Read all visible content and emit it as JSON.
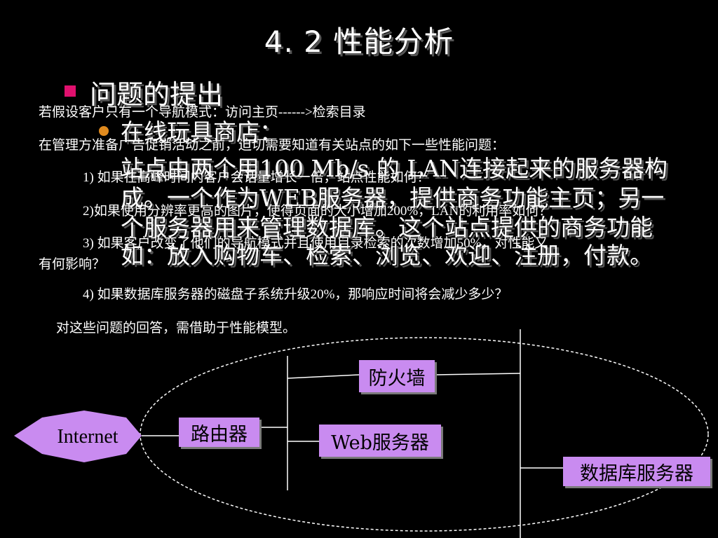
{
  "slide": {
    "title": "4. 2 性能分析",
    "heading": "问题的提出",
    "subheading": "在线玩具商店：",
    "description_lines": [
      "站点由两个用100 Mb/s 的 LAN连接起来的服务器构",
      "成。一个作为WEB服务器，提供商务功能主页；另一",
      "个服务器用来管理数据库。这个站点提供的商务功能",
      "如：放入购物车、检索、浏览、欢迎、注册，付款。"
    ],
    "questions": [
      "若假设客户只有一个导航模式：访问主页------>检索目录",
      "在管理方准备广告促销活动之前，迫切需要知道有关站点的如下一些性能问题：",
      "1) 如果在高峰时间内客户会话量增长一倍，站点性能如何？",
      "2)如果使用分辨率更高的图片，使得页面的大小增加200%，LAN的利用率如何？",
      "3)  如果客户改变了他们的导航模式并且使用目录检索的次数增加50%，对性能又",
      "有何影响？",
      "4) 如果数据库服务器的磁盘子系统升级20%，那响应时间将会减少多少？",
      "对这些问题的回答，需借助于性能模型。"
    ]
  },
  "diagram": {
    "internet": "Internet",
    "router": "路由器",
    "firewall": "防火墙",
    "web_server": "Web服务器",
    "db_server": "数据库服务器",
    "box_color": "#c98bf0"
  },
  "colors": {
    "bullet_primary": "#e0106e",
    "bullet_secondary": "#e08a1e",
    "background": "#000000"
  }
}
